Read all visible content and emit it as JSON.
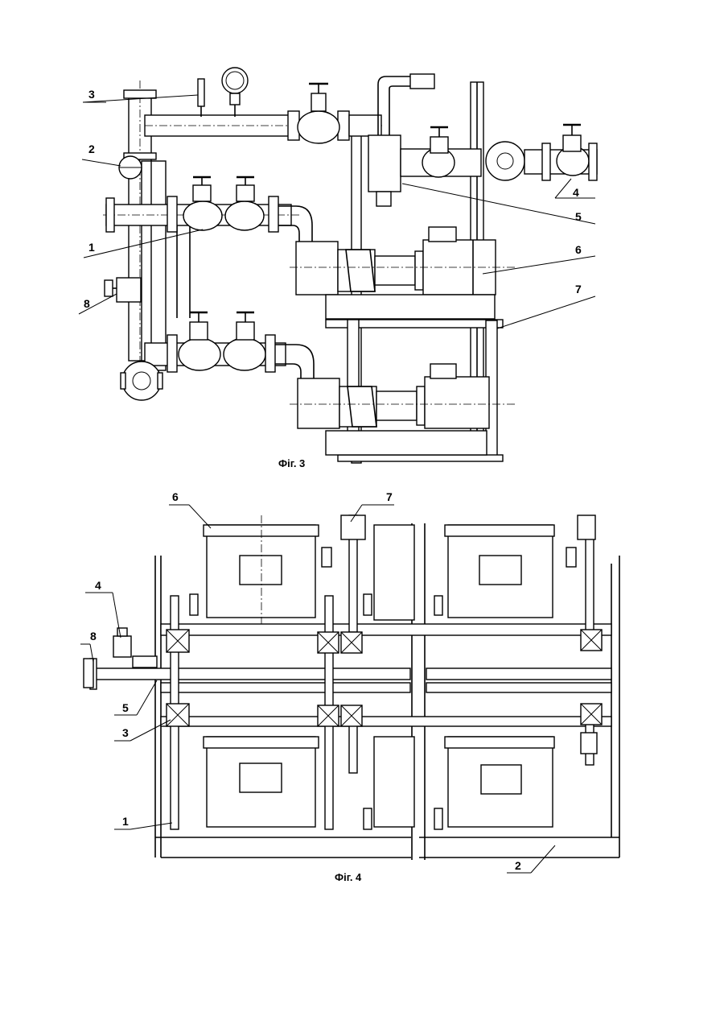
{
  "figures": [
    {
      "caption": "Фіг. 3",
      "callouts": [
        "1",
        "2",
        "3",
        "4",
        "5",
        "6",
        "7",
        "8"
      ]
    },
    {
      "caption": "Фіг. 4",
      "callouts": [
        "1",
        "2",
        "3",
        "4",
        "5",
        "6",
        "7",
        "8"
      ]
    }
  ]
}
